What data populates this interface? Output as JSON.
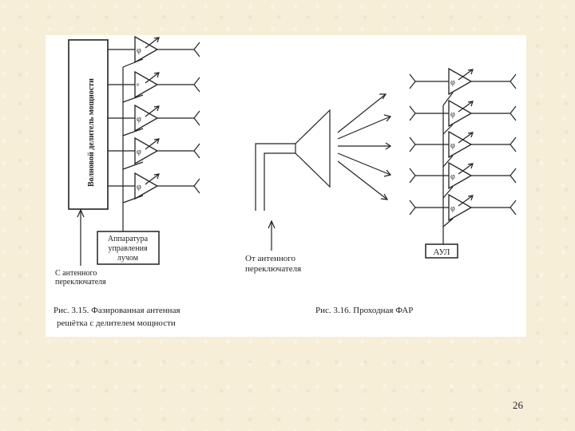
{
  "figure_left": {
    "divider_label": "Волновой делитель мощности",
    "phase_symbol": "φ",
    "phase_symbol_flipped": "ᵠ",
    "control_box_lines": [
      "Аппаратура",
      "управления",
      "лучом"
    ],
    "input_label_lines": [
      "С антенного",
      "переключателя"
    ],
    "caption_lines": [
      "Рис. 3.15. Фазированная антенная",
      "решётка с делителем мощности"
    ]
  },
  "figure_right": {
    "phase_symbol": "φ",
    "aul_label": "АУЛ",
    "input_label_lines": [
      "От антенного",
      "переключателя"
    ],
    "caption": "Рис. 3.16. Проходная ФАР"
  },
  "page_number": "26"
}
